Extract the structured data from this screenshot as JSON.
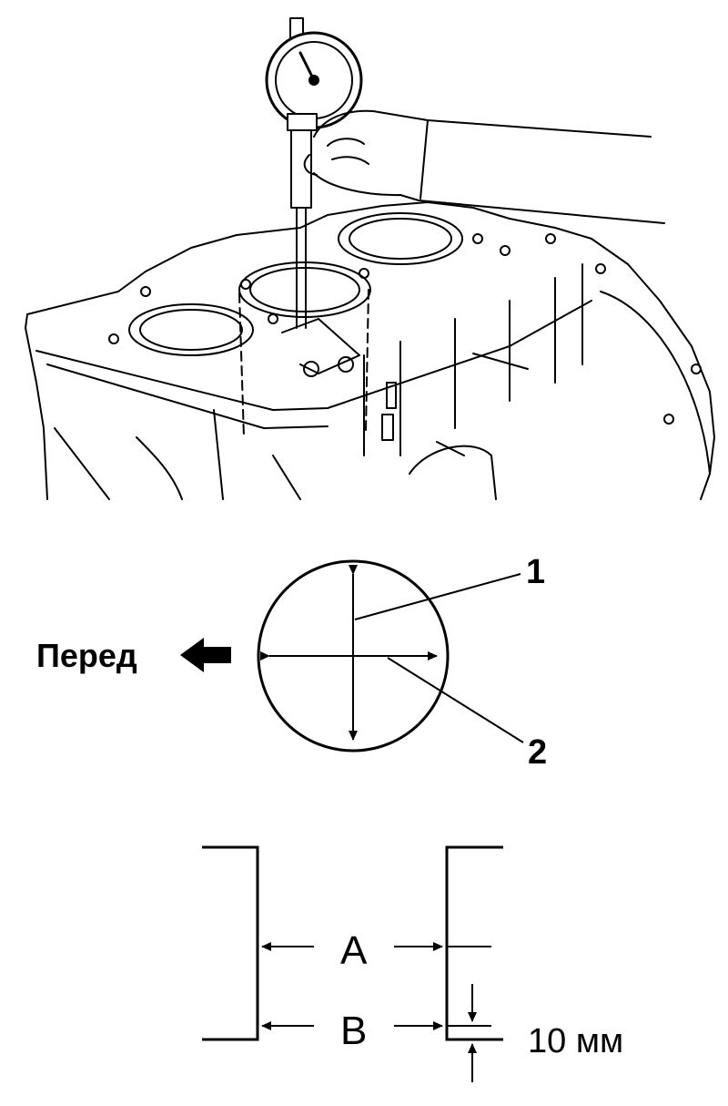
{
  "callouts": {
    "one": "1",
    "two": "2"
  },
  "direction": {
    "label": "Перед"
  },
  "section": {
    "label_a": "A",
    "label_b": "B",
    "offset_label": "10 мм"
  }
}
